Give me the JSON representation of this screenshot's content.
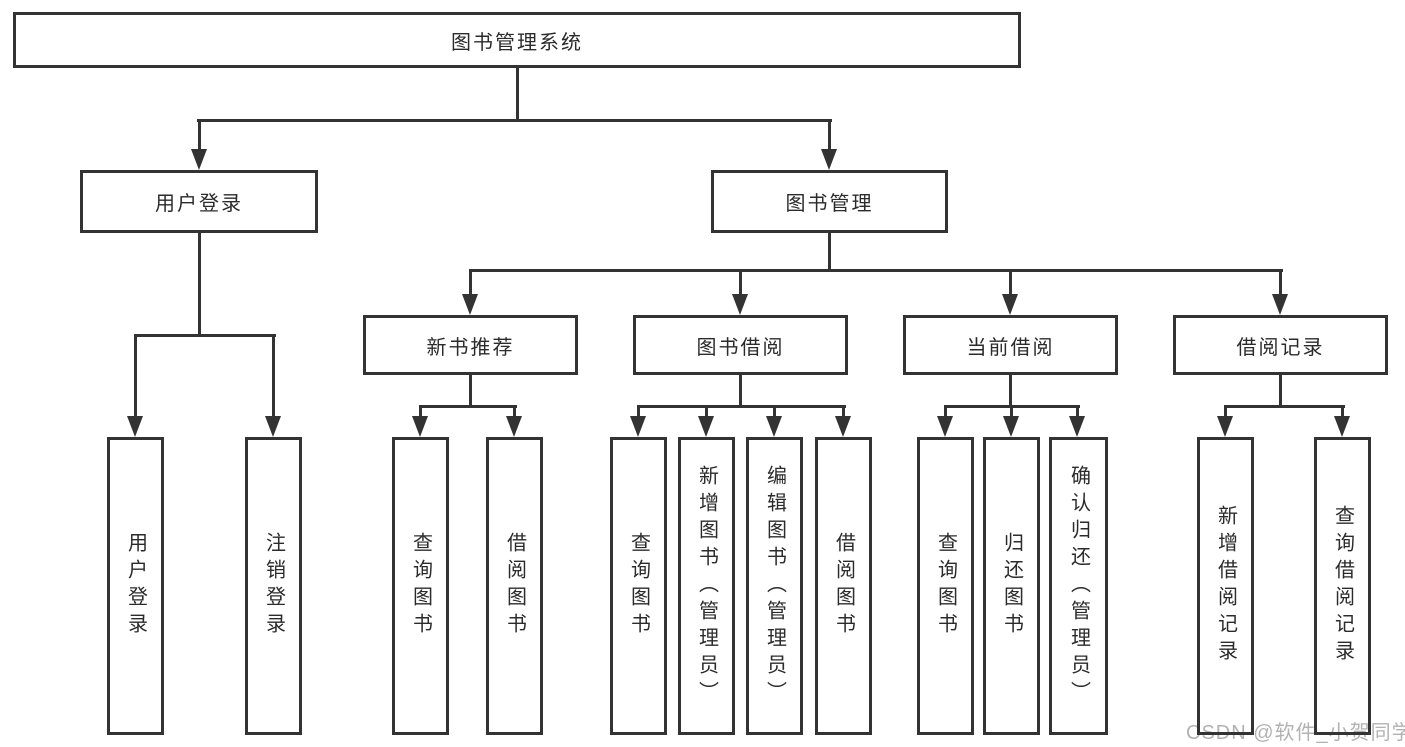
{
  "diagram": {
    "title": "图书管理系统",
    "colors": {
      "line": "#333333",
      "text": "#2b2b2b",
      "background": "#ffffff",
      "watermark": "#b2b2b2"
    },
    "nodes": {
      "root": "图书管理系统",
      "level2": [
        "用户登录",
        "图书管理"
      ],
      "level3": [
        "新书推荐",
        "图书借阅",
        "当前借阅",
        "借阅记录"
      ],
      "leafGroups": [
        [
          "用户登录",
          "注销登录"
        ],
        [
          "查询图书",
          "借阅图书"
        ],
        [
          "查询图书",
          "新增图书（管理员）",
          "编辑图书（管理员）",
          "借阅图书"
        ],
        [
          "查询图书",
          "归还图书",
          "确认归还（管理员）"
        ],
        [
          "新增借阅记录",
          "查询借阅记录"
        ]
      ]
    },
    "watermark": "CSDN @软件_小贺同学"
  }
}
